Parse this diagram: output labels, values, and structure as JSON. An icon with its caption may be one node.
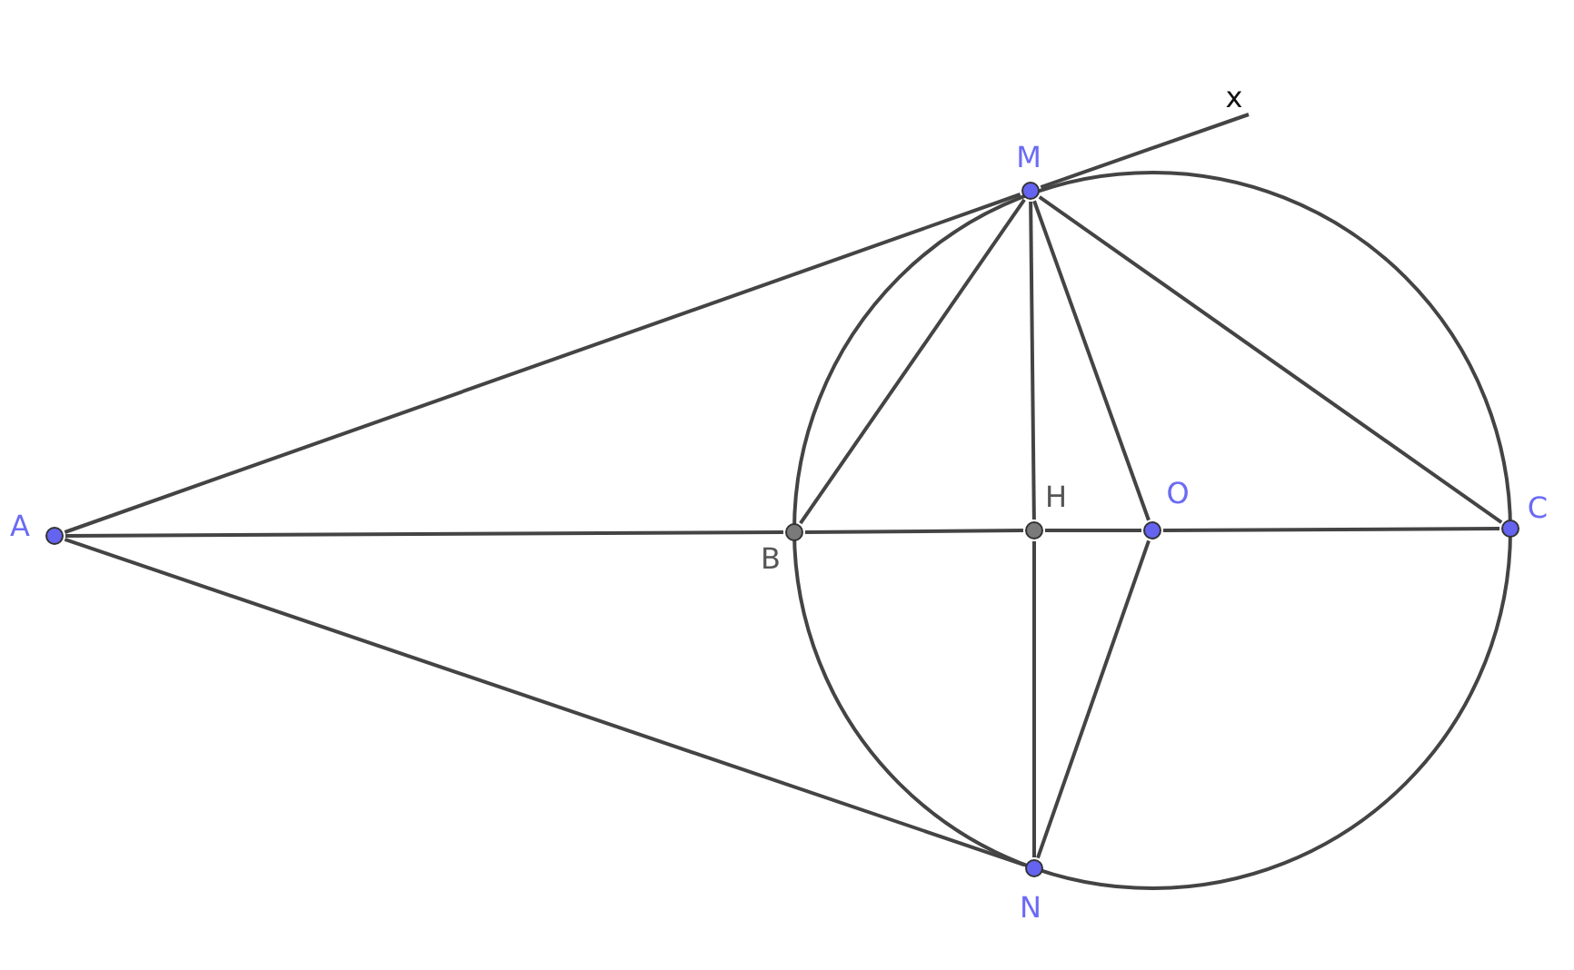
{
  "diagram": {
    "nodes": [
      {
        "text": [
          "x"
        ]
      },
      {
        "text": [
          "M"
        ]
      },
      {
        "text": [
          "A"
        ]
      },
      {
        "text": [
          "H"
        ]
      },
      {
        "text": [
          "O"
        ]
      },
      {
        "text": [
          "C"
        ]
      },
      {
        "text": [
          "B"
        ]
      },
      {
        "text": [
          "N"
        ]
      }
    ],
    "edges": [
      {
        "from": 2,
        "to": 1,
        "arrow": "none"
      },
      {
        "from": 1,
        "to": 0,
        "arrow": "none"
      },
      {
        "from": 2,
        "to": 7,
        "arrow": "none"
      },
      {
        "from": 2,
        "to": 6,
        "arrow": "none"
      },
      {
        "from": 6,
        "to": 3,
        "arrow": "none"
      },
      {
        "from": 3,
        "to": 4,
        "arrow": "none"
      },
      {
        "from": 4,
        "to": 5,
        "arrow": "none"
      },
      {
        "from": 1,
        "to": 3,
        "arrow": "none"
      },
      {
        "from": 3,
        "to": 7,
        "arrow": "none"
      },
      {
        "from": 1,
        "to": 6,
        "arrow": "none"
      },
      {
        "from": 1,
        "to": 4,
        "arrow": "none"
      },
      {
        "from": 1,
        "to": 5,
        "arrow": "none"
      },
      {
        "from": 7,
        "to": 4,
        "arrow": "none"
      }
    ]
  }
}
